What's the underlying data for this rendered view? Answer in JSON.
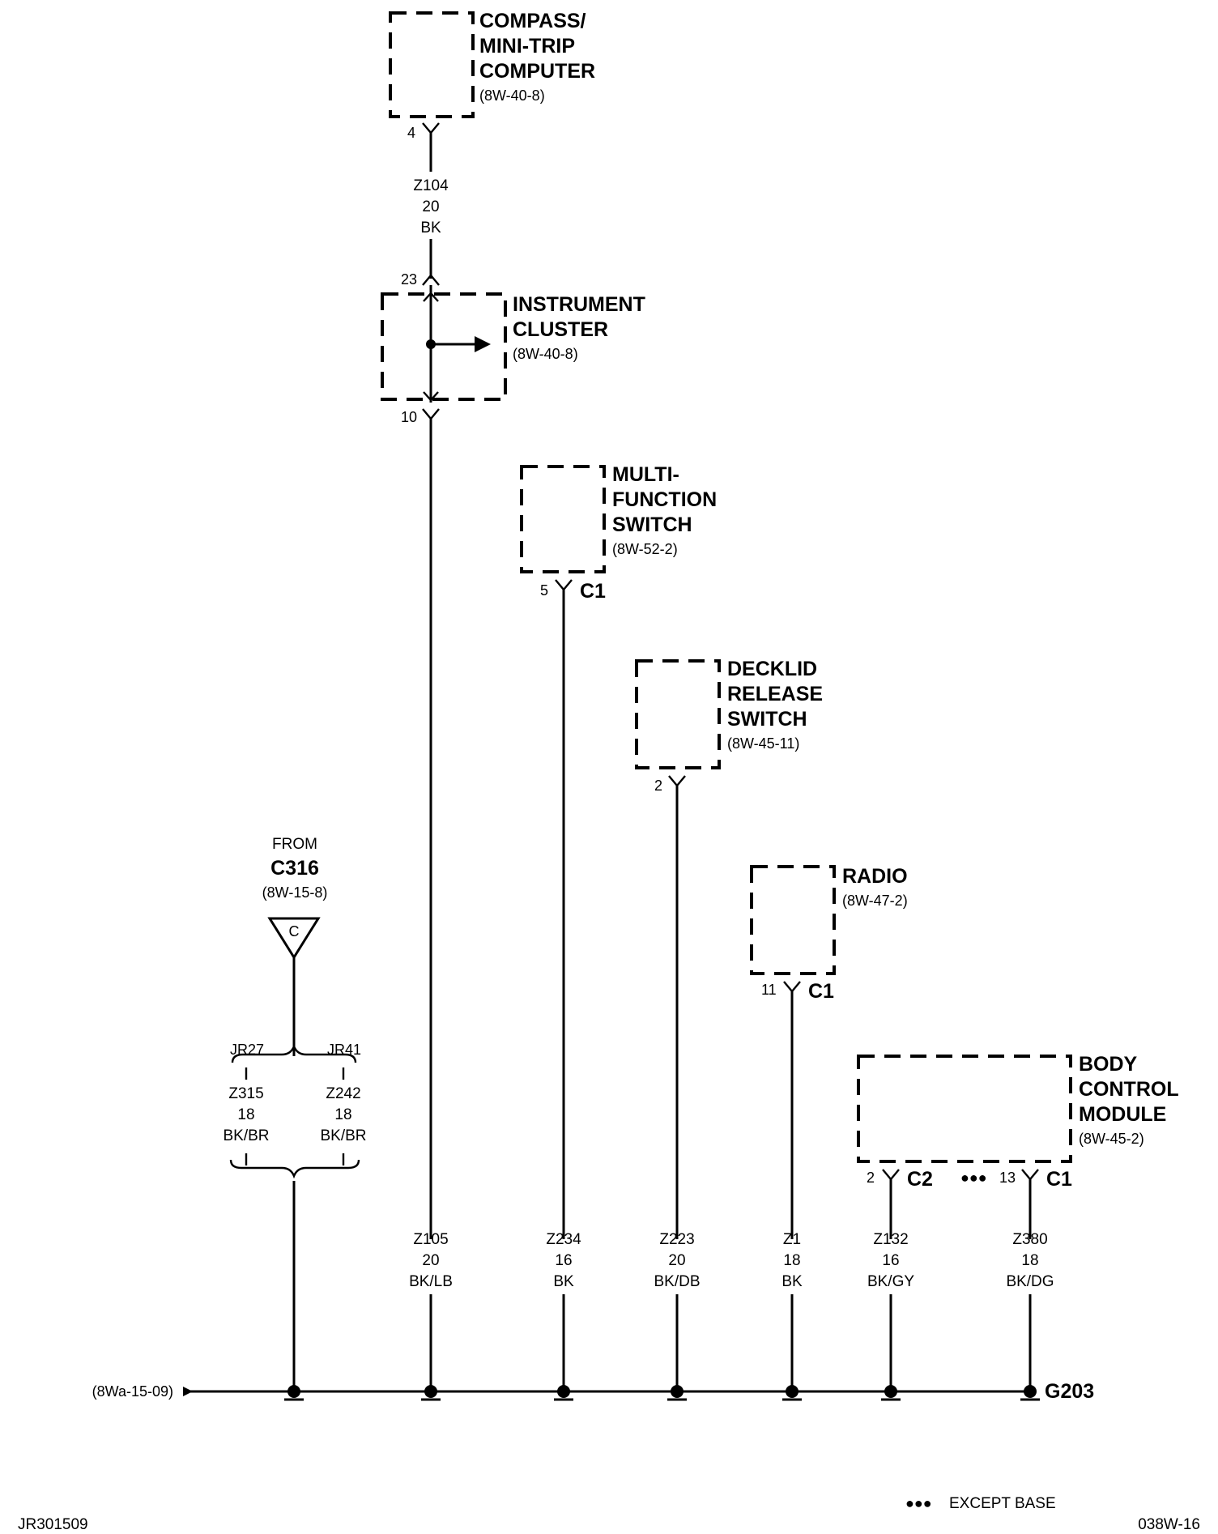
{
  "components": {
    "compass": {
      "line1": "COMPASS/",
      "line2": "MINI-TRIP",
      "line3": "COMPUTER",
      "ref": "(8W-40-8)",
      "pin": "4"
    },
    "instrument_cluster": {
      "line1": "INSTRUMENT",
      "line2": "CLUSTER",
      "ref": "(8W-40-8)",
      "pin_in": "23",
      "pin_out": "10"
    },
    "multifunction": {
      "line1": "MULTI-",
      "line2": "FUNCTION",
      "line3": "SWITCH",
      "ref": "(8W-52-2)",
      "pin": "5",
      "connector": "C1"
    },
    "decklid": {
      "line1": "DECKLID",
      "line2": "RELEASE",
      "line3": "SWITCH",
      "ref": "(8W-45-11)",
      "pin": "2"
    },
    "radio": {
      "line1": "RADIO",
      "ref": "(8W-47-2)",
      "pin": "11",
      "connector": "C1"
    },
    "bcm": {
      "line1": "BODY",
      "line2": "CONTROL",
      "line3": "MODULE",
      "ref": "(8W-45-2)",
      "pin_a": "2",
      "conn_a": "C2",
      "pin_b": "13",
      "conn_b": "C1"
    }
  },
  "from_c316": {
    "from": "FROM",
    "name": "C316",
    "ref": "(8W-15-8)",
    "letter": "C",
    "jr_left": "JR27",
    "jr_right": "JR41"
  },
  "wires": {
    "z104": {
      "circuit": "Z104",
      "gauge": "20",
      "color": "BK"
    },
    "z315": {
      "circuit": "Z315",
      "gauge": "18",
      "color": "BK/BR"
    },
    "z242": {
      "circuit": "Z242",
      "gauge": "18",
      "color": "BK/BR"
    },
    "z105": {
      "circuit": "Z105",
      "gauge": "20",
      "color": "BK/LB"
    },
    "z234": {
      "circuit": "Z234",
      "gauge": "16",
      "color": "BK"
    },
    "z223": {
      "circuit": "Z223",
      "gauge": "20",
      "color": "BK/DB"
    },
    "z1": {
      "circuit": "Z1",
      "gauge": "18",
      "color": "BK"
    },
    "z132": {
      "circuit": "Z132",
      "gauge": "16",
      "color": "BK/GY"
    },
    "z380": {
      "circuit": "Z380",
      "gauge": "18",
      "color": "BK/DG"
    }
  },
  "ground": {
    "name": "G203",
    "source_ref": "(8Wa-15-09)"
  },
  "legend": {
    "dots": "●●●",
    "text": "EXCEPT BASE"
  },
  "footer": {
    "left": "JR301509",
    "right": "038W-16"
  }
}
